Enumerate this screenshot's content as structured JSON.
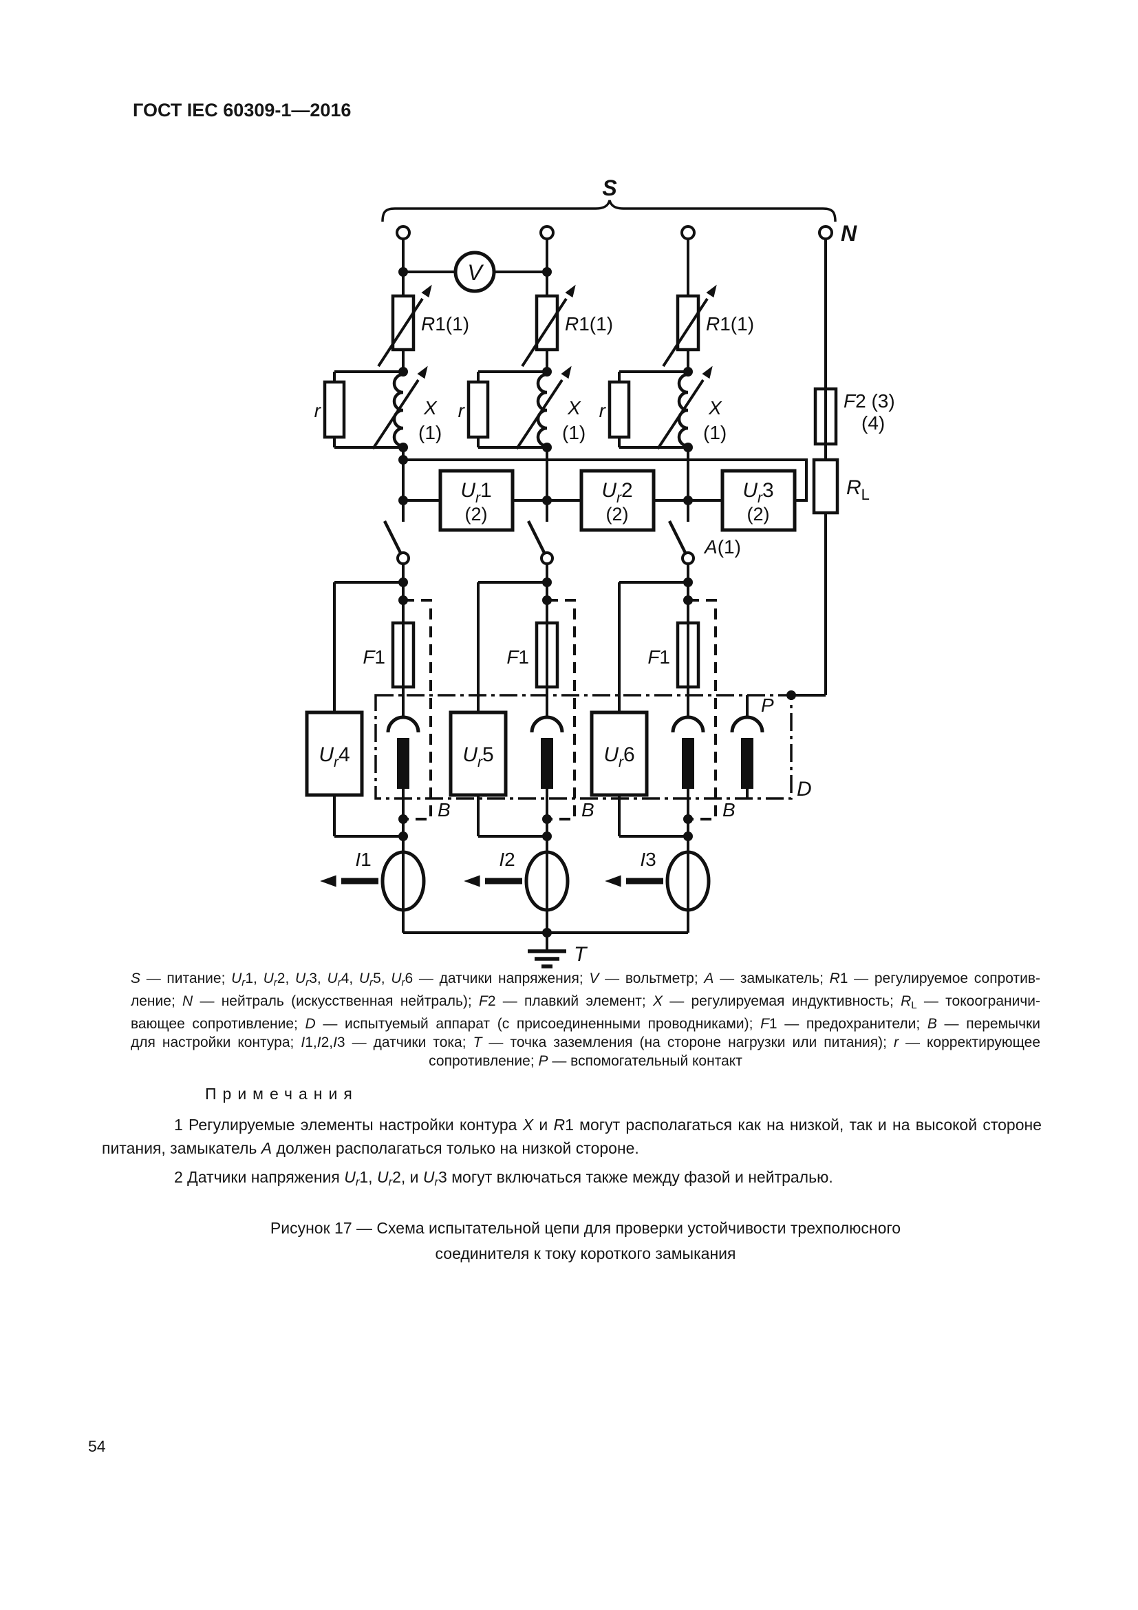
{
  "page": {
    "header": "ГОСТ IEC 60309-1—2016",
    "page_number": "54"
  },
  "diagram": {
    "labels": {
      "s": "S",
      "n": "N",
      "v": "V",
      "r1": {
        "a": "R",
        "b": "1(1)"
      },
      "x": "X",
      "x1": "(1)",
      "r_corr": "r",
      "ur": {
        "u": "U",
        "sub": "r"
      },
      "ur1n": "1",
      "ur2n": "2",
      "ur3n": "3",
      "ur4n": "4",
      "ur5n": "5",
      "ur6n": "6",
      "u2": "(2)",
      "a_sw": {
        "a": "A",
        "b": "(1)"
      },
      "f1": {
        "a": "F",
        "b": "1"
      },
      "f2": {
        "a": "F",
        "b": "2 (3)"
      },
      "f2b": "(4)",
      "rl": {
        "a": "R",
        "sub": "L"
      },
      "p": "P",
      "d": "D",
      "b": "B",
      "t": "T",
      "i1": {
        "a": "I",
        "b": "1"
      },
      "i2": {
        "a": "I",
        "b": "2"
      },
      "i3": {
        "a": "I",
        "b": "3"
      }
    }
  },
  "caption": {
    "lines": [
      [
        {
          "t": "S",
          "i": true
        },
        {
          "t": " — питание; "
        },
        {
          "t": "U",
          "i": true
        },
        {
          "t": "r",
          "i": true,
          "s": true
        },
        {
          "t": "1, "
        },
        {
          "t": "U",
          "i": true
        },
        {
          "t": "r",
          "i": true,
          "s": true
        },
        {
          "t": "2, "
        },
        {
          "t": "U",
          "i": true
        },
        {
          "t": "r",
          "i": true,
          "s": true
        },
        {
          "t": "3, "
        },
        {
          "t": "U",
          "i": true
        },
        {
          "t": "r",
          "i": true,
          "s": true
        },
        {
          "t": "4, "
        },
        {
          "t": "U",
          "i": true
        },
        {
          "t": "r",
          "i": true,
          "s": true
        },
        {
          "t": "5, "
        },
        {
          "t": "U",
          "i": true
        },
        {
          "t": "r",
          "i": true,
          "s": true
        },
        {
          "t": "6 — датчики напряжения; "
        },
        {
          "t": "V",
          "i": true
        },
        {
          "t": " — вольтметр; "
        },
        {
          "t": "A",
          "i": true
        },
        {
          "t": " — замыкатель; "
        },
        {
          "t": "R",
          "i": true
        },
        {
          "t": "1 — регулируемое сопротив-"
        }
      ],
      [
        {
          "t": "ление; "
        },
        {
          "t": "N",
          "i": true
        },
        {
          "t": " — нейтраль (искусственная нейтраль); "
        },
        {
          "t": "F",
          "i": true
        },
        {
          "t": "2 — плавкий элемент; "
        },
        {
          "t": "X",
          "i": true
        },
        {
          "t": " — регулируемая индуктивность; "
        },
        {
          "t": "R",
          "i": true
        },
        {
          "t": "L",
          "s": true
        },
        {
          "t": " — токоограничи-"
        }
      ],
      [
        {
          "t": "вающее сопротивление; "
        },
        {
          "t": "D",
          "i": true
        },
        {
          "t": " — испытуемый аппарат (с присоединенными проводниками); "
        },
        {
          "t": "F",
          "i": true
        },
        {
          "t": "1 — предохранители; "
        },
        {
          "t": "B",
          "i": true
        },
        {
          "t": " — перемычки"
        }
      ],
      [
        {
          "t": "для настройки контура; "
        },
        {
          "t": "I",
          "i": true
        },
        {
          "t": "1,"
        },
        {
          "t": "I",
          "i": true
        },
        {
          "t": "2,"
        },
        {
          "t": "I",
          "i": true
        },
        {
          "t": "3 — датчики тока; "
        },
        {
          "t": "T",
          "i": true
        },
        {
          "t": " — точка заземления (на стороне нагрузки или питания); "
        },
        {
          "t": "r",
          "i": true
        },
        {
          "t": " — корректирующее"
        }
      ],
      [
        {
          "t": "сопротивление; "
        },
        {
          "t": "P",
          "i": true
        },
        {
          "t": " — вспомогательный контакт"
        }
      ]
    ]
  },
  "notes": {
    "heading": "Примечания",
    "items": [
      [
        {
          "t": "1 Регулируемые элементы настройки контура "
        },
        {
          "t": "X",
          "i": true
        },
        {
          "t": " и "
        },
        {
          "t": "R",
          "i": true
        },
        {
          "t": "1 могут располагаться как на низкой, так и на высокой стороне питания, замыкатель "
        },
        {
          "t": "A",
          "i": true
        },
        {
          "t": " должен располагаться только на низкой стороне."
        }
      ],
      [
        {
          "t": "2 Датчики напряжения "
        },
        {
          "t": "U",
          "i": true
        },
        {
          "t": "r",
          "i": true,
          "s": true
        },
        {
          "t": "1, "
        },
        {
          "t": "U",
          "i": true
        },
        {
          "t": "r",
          "i": true,
          "s": true
        },
        {
          "t": "2, и "
        },
        {
          "t": "U",
          "i": true
        },
        {
          "t": "r",
          "i": true,
          "s": true
        },
        {
          "t": "3 могут включаться также между фазой и нейтралью."
        }
      ]
    ]
  },
  "figure": {
    "line1": "Рисунок 17 — Схема испытательной цепи для проверки устойчивости трехполюсного",
    "line2": "соединителя к току короткого замыкания"
  }
}
